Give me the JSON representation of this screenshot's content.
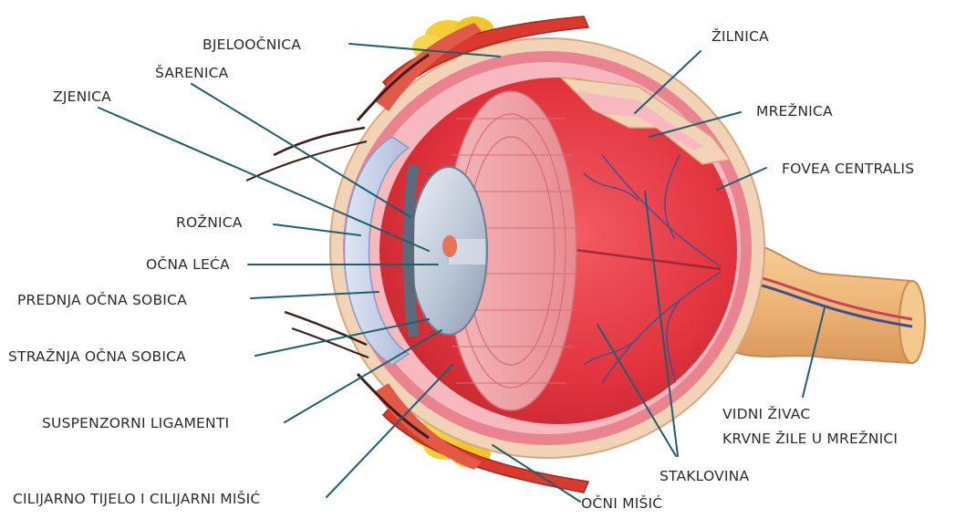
{
  "labels": {
    "bjeloocnica": "BJELOOČNICA",
    "sarenica": "ŠARENICA",
    "zjenica": "ZJENICA",
    "roznica": "ROŽNICA",
    "ocna_leca": "OČNA LEĆA",
    "prednja_ocna_sobica": "PREDNJA OČNA SOBICA",
    "straznja_ocna_sobica": "STRAŽNJA OČNA SOBICA",
    "suspenzorni_ligamenti": "SUSPENZORNI LIGAMENTI",
    "cilijarno_tijelo": "CILIJARNO TIJELO I CILIJARNI MIŠIĆ",
    "zilnica": "ŽILNICA",
    "mreznica": "MREŽNICA",
    "fovea_centralis": "FOVEA CENTRALIS",
    "vidni_zivac": "VIDNI ŽIVAC",
    "krvne_zile": "KRVNE ŽILE U MREŽNICI",
    "staklovina": "STAKLOVINA",
    "ocni_misic": "OČNI MIŠIĆ"
  },
  "colors": {
    "leader": "#1f5f6e",
    "sclera": "#f3d3b8",
    "choroid": "#e9838f",
    "retina": "#f7b8bf",
    "vitreous": "#e8414b",
    "cornea": "#c9d4ea",
    "muscle": "#d83a2e",
    "fat": "#f2cf38",
    "nerve": "#f0bf86",
    "vessel": "#3a4f93"
  }
}
